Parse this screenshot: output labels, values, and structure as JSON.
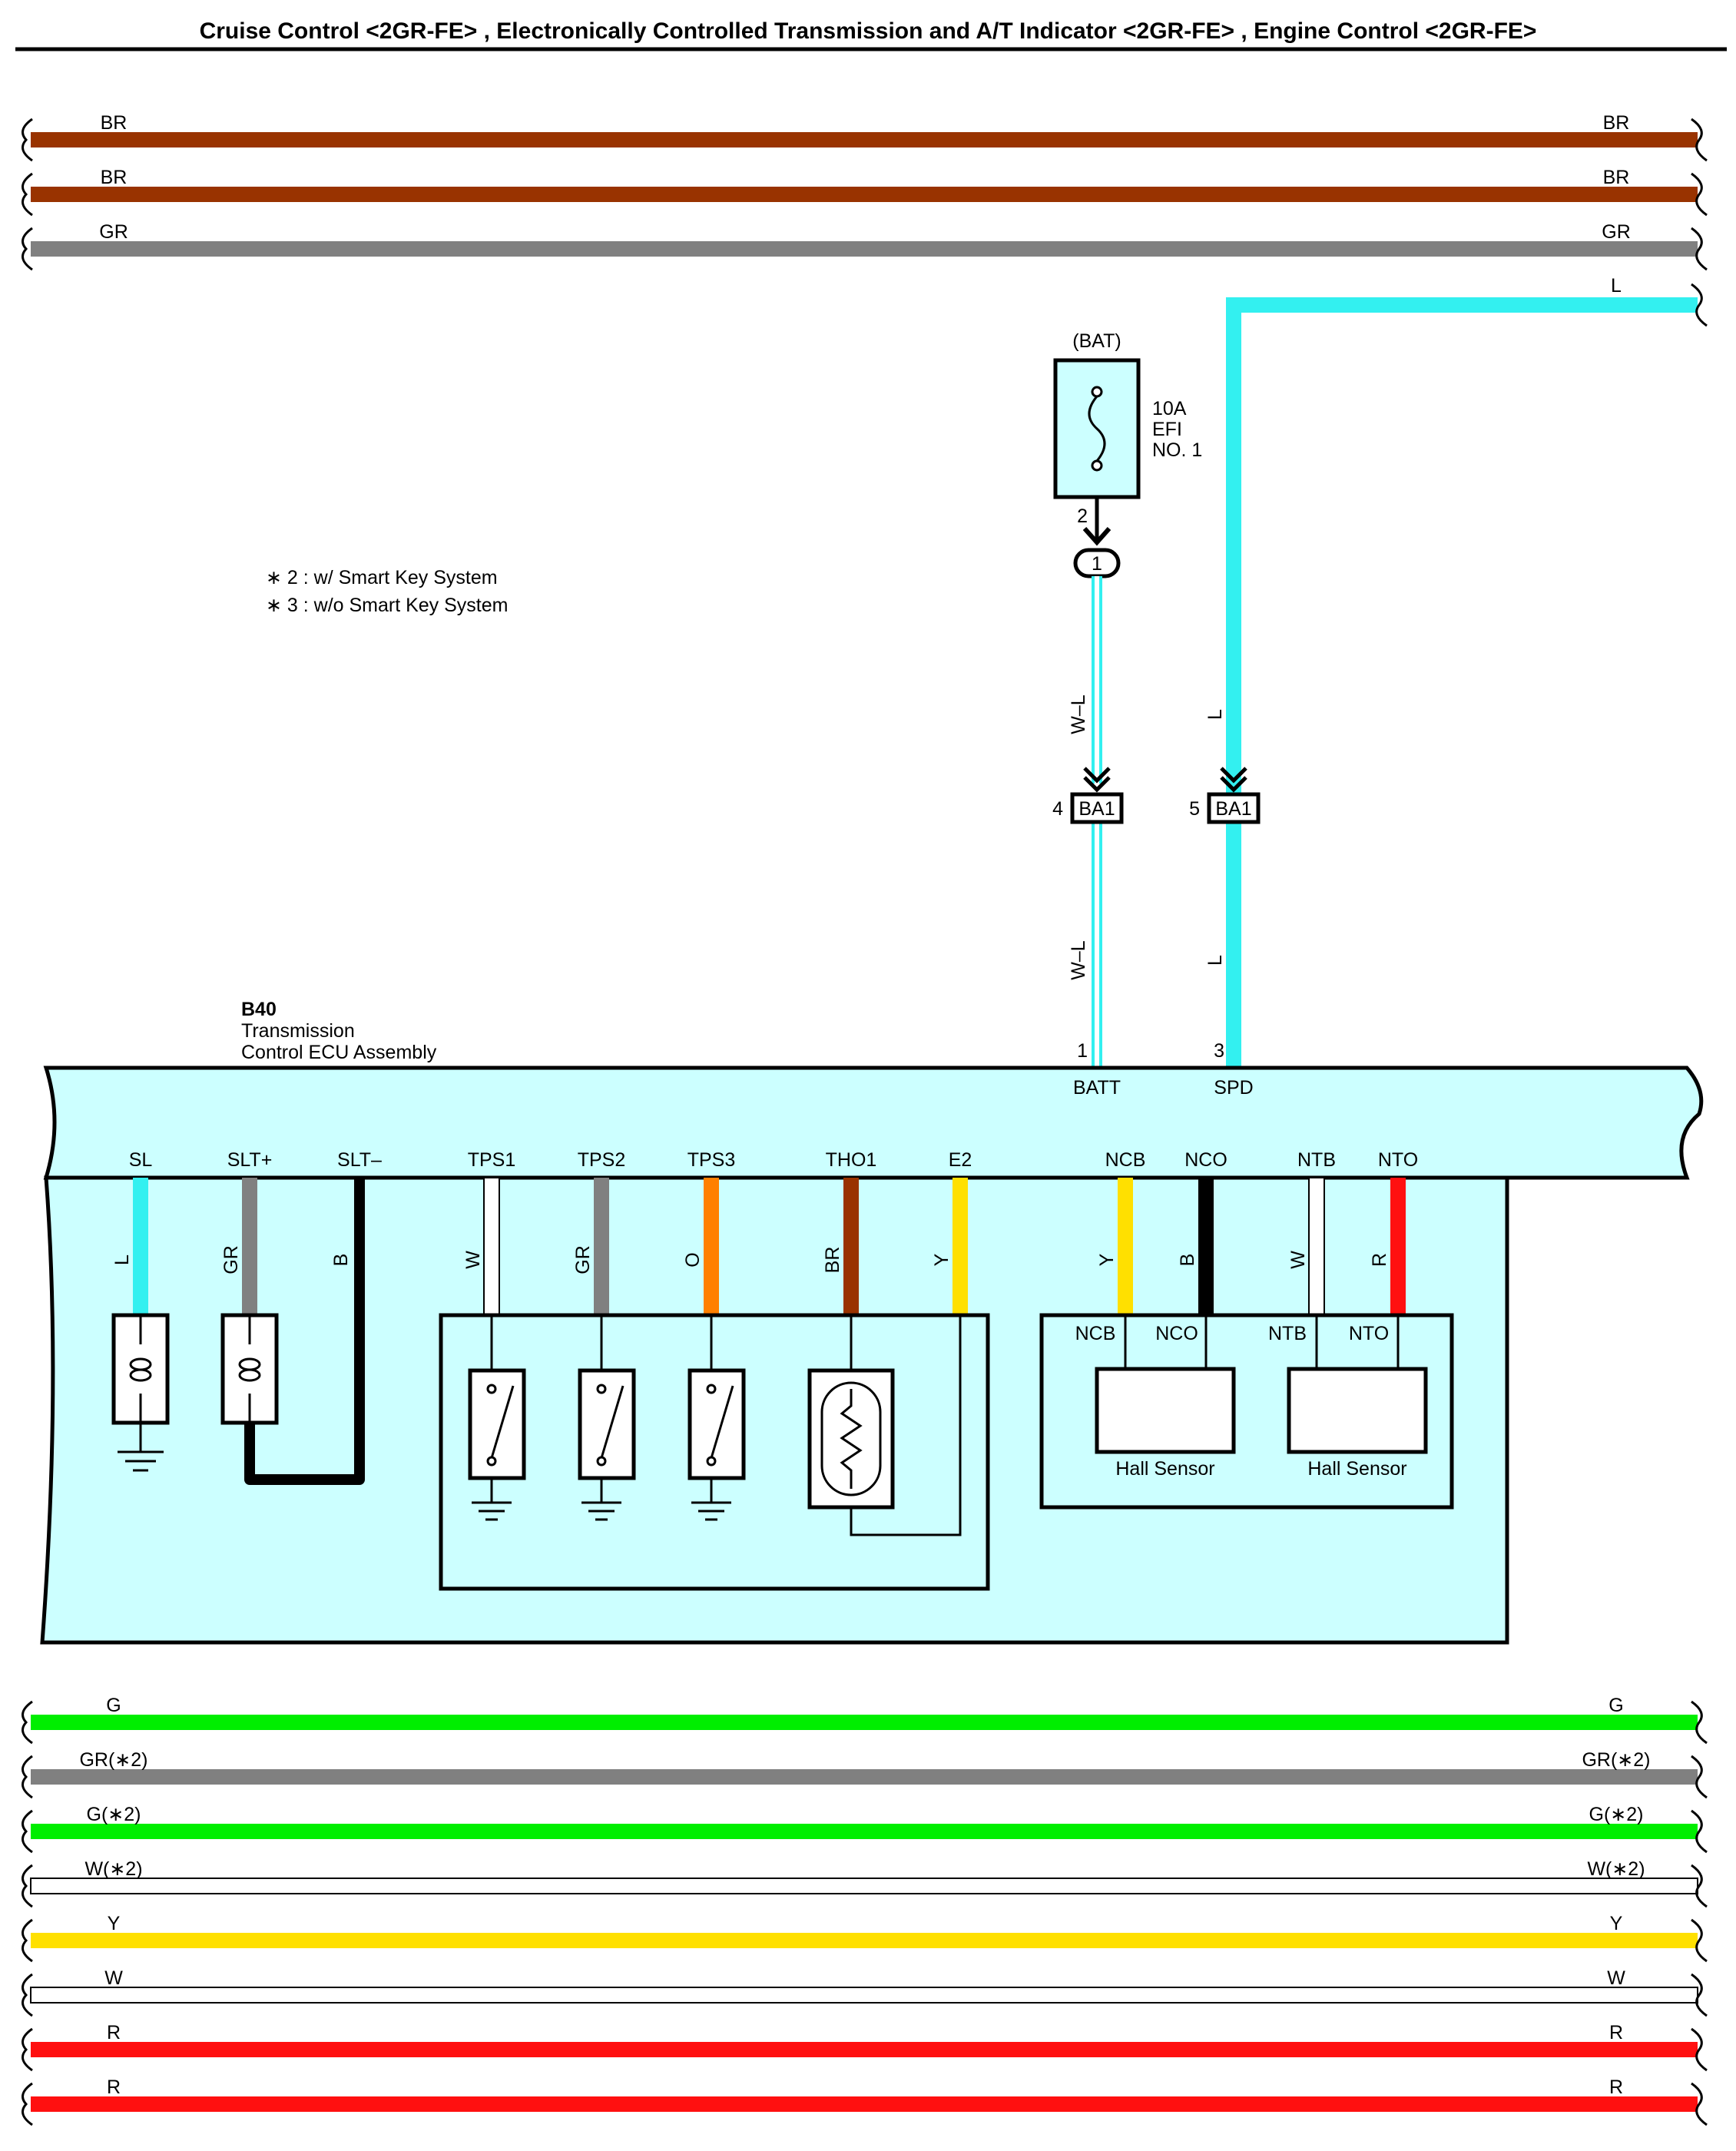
{
  "title": "Cruise Control <2GR-FE> , Electronically Controlled Transmission and A/T Indicator <2GR-FE> , Engine Control <2GR-FE>",
  "colors": {
    "BR": "#993300",
    "GR": "#808080",
    "L": "#33f0f0",
    "B": "#000000",
    "W": "#ffffff",
    "O": "#ff8000",
    "Y": "#ffe000",
    "G": "#00ee00",
    "R": "#ff1010",
    "panel": "#ccffff"
  },
  "top_buses": [
    {
      "label_left": "BR",
      "label_right": "BR",
      "color": "BR"
    },
    {
      "label_left": "BR",
      "label_right": "BR",
      "color": "BR"
    },
    {
      "label_left": "GR",
      "label_right": "GR",
      "color": "GR"
    }
  ],
  "spd_feed": {
    "label": "L",
    "color": "L"
  },
  "fuse": {
    "source": "(BAT)",
    "rating": "10A",
    "name_line1": "EFI",
    "name_line2": "NO. 1",
    "pin": "2",
    "junction": "1"
  },
  "notes": [
    "∗ 2 : w/ Smart Key System",
    "∗ 3 : w/o Smart Key System"
  ],
  "connector_ba1": [
    {
      "pin": "4",
      "name": "BA1",
      "wire_above": "W–L",
      "wire_below": "W–L",
      "ecu_pin": "1",
      "terminal": "BATT"
    },
    {
      "pin": "5",
      "name": "BA1",
      "wire_above": "L",
      "wire_below": "L",
      "ecu_pin": "3",
      "terminal": "SPD"
    }
  ],
  "ecu": {
    "code": "B40",
    "name_line1": "Transmission",
    "name_line2": "Control ECU Assembly"
  },
  "ecu_terminals": [
    {
      "name": "SL",
      "wire": "L",
      "color": "L"
    },
    {
      "name": "SLT+",
      "wire": "GR",
      "color": "GR"
    },
    {
      "name": "SLT–",
      "wire": "B",
      "color": "B"
    },
    {
      "name": "TPS1",
      "wire": "W",
      "color": "W"
    },
    {
      "name": "TPS2",
      "wire": "GR",
      "color": "GR"
    },
    {
      "name": "TPS3",
      "wire": "O",
      "color": "O"
    },
    {
      "name": "THO1",
      "wire": "BR",
      "color": "BR"
    },
    {
      "name": "E2",
      "wire": "Y",
      "color": "Y"
    },
    {
      "name": "NCB",
      "wire": "Y",
      "color": "Y"
    },
    {
      "name": "NCO",
      "wire": "B",
      "color": "B"
    },
    {
      "name": "NTB",
      "wire": "W",
      "color": "W"
    },
    {
      "name": "NTO",
      "wire": "R",
      "color": "R"
    }
  ],
  "hall_sensors": [
    {
      "label": "Hall Sensor",
      "pin_left": "NCB",
      "pin_right": "NCO"
    },
    {
      "label": "Hall Sensor",
      "pin_left": "NTB",
      "pin_right": "NTO"
    }
  ],
  "bottom_buses": [
    {
      "label_left": "G",
      "label_right": "G",
      "color": "G"
    },
    {
      "label_left": "GR(∗2)",
      "label_right": "GR(∗2)",
      "color": "GR"
    },
    {
      "label_left": "G(∗2)",
      "label_right": "G(∗2)",
      "color": "G"
    },
    {
      "label_left": "W(∗2)",
      "label_right": "W(∗2)",
      "color": "W"
    },
    {
      "label_left": "Y",
      "label_right": "Y",
      "color": "Y"
    },
    {
      "label_left": "W",
      "label_right": "W",
      "color": "W"
    },
    {
      "label_left": "R",
      "label_right": "R",
      "color": "R"
    },
    {
      "label_left": "R",
      "label_right": "R",
      "color": "R"
    }
  ]
}
